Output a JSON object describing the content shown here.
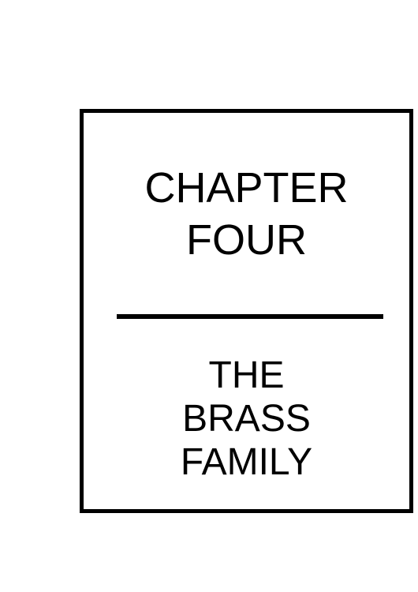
{
  "chapter": {
    "line1": "CHAPTER",
    "line2": "FOUR"
  },
  "section": {
    "line1": "THE",
    "line2": "BRASS",
    "line3": "FAMILY"
  }
}
